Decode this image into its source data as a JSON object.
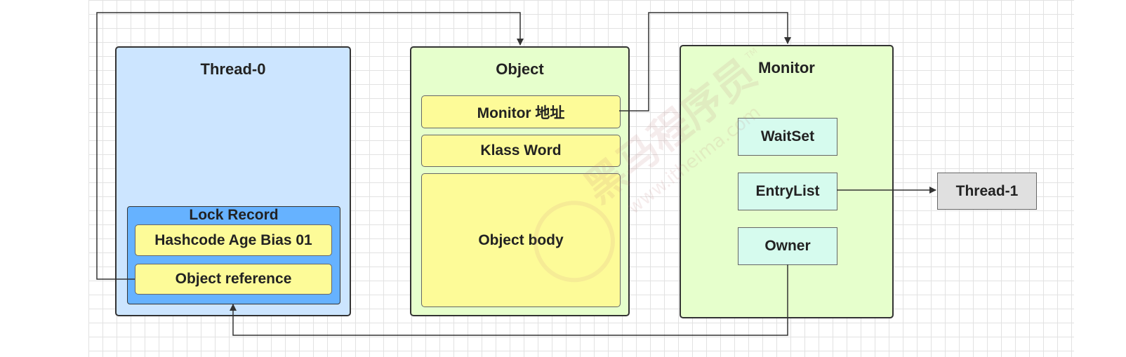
{
  "thread0": {
    "title": "Thread-0",
    "lock_record": {
      "title": "Lock Record",
      "hashcode": "Hashcode Age Bias 01",
      "object_reference": "Object reference"
    }
  },
  "object": {
    "title": "Object",
    "monitor_address": "Monitor 地址",
    "klass_word": "Klass Word",
    "body": "Object body"
  },
  "monitor": {
    "title": "Monitor",
    "waitset": "WaitSet",
    "entrylist": "EntryList",
    "owner": "Owner"
  },
  "thread1": {
    "label": "Thread-1"
  },
  "watermark": {
    "text": "黑马程序员",
    "url": "www.itheima.com",
    "mark": "TM"
  },
  "colors": {
    "thread_panel": "#cce5ff",
    "lock_record": "#66b2ff",
    "object_panel": "#e6ffcc",
    "field_yellow": "#fdfb98",
    "monitor_panel": "#e6ffcc",
    "monitor_field": "#d6fbee",
    "thread1_box": "#e0e0e0"
  }
}
